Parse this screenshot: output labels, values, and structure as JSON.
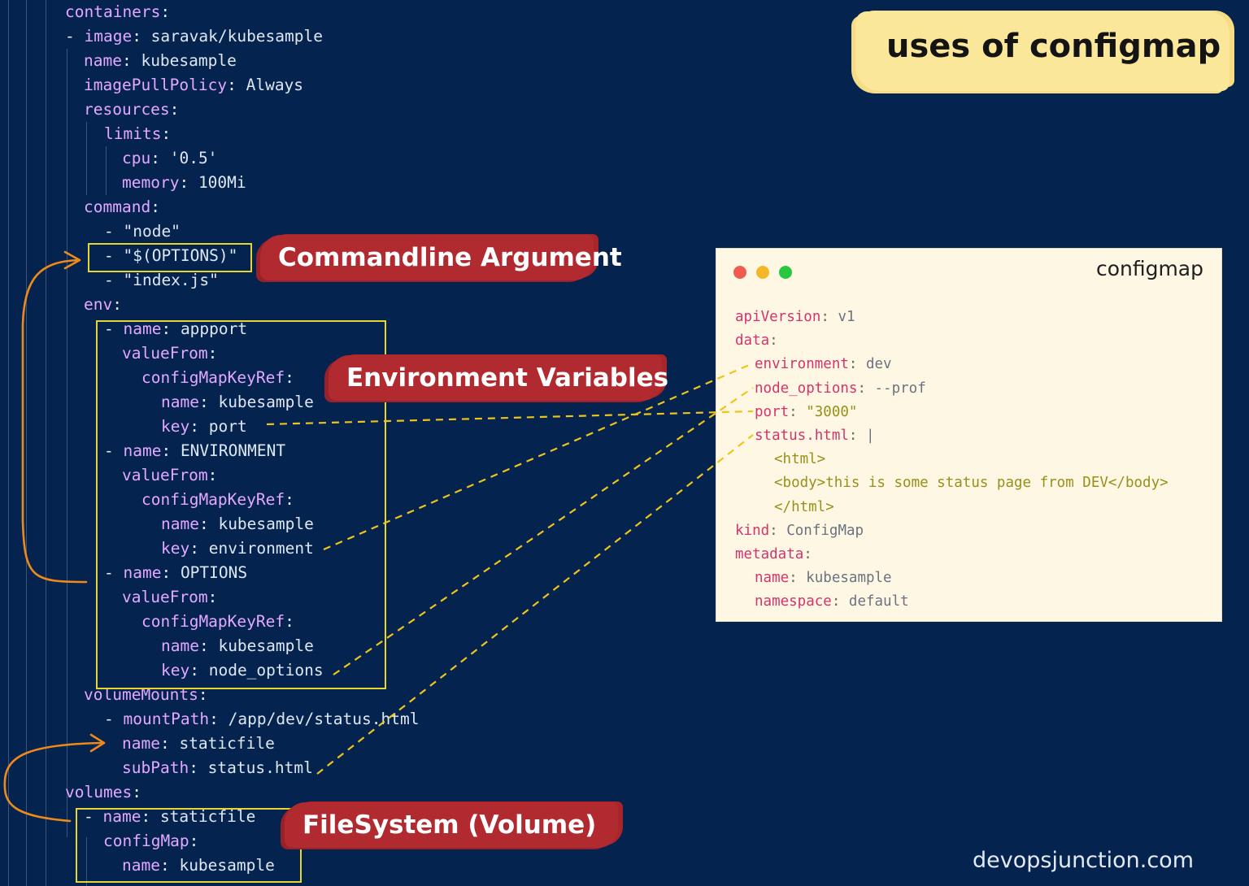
{
  "title_badge": "uses of configmap",
  "annotations": {
    "commandline": "Commandline Argument",
    "environment": "Environment Variables",
    "filesystem": "FileSystem (Volume)"
  },
  "yaml_lines": [
    {
      "key": "containers",
      "sep": ":",
      "value": ""
    },
    {
      "dash": "- ",
      "key": "image",
      "sep": ": ",
      "value": "saravak/kubesample"
    },
    {
      "key": "name",
      "sep": ": ",
      "value": "kubesample"
    },
    {
      "key": "imagePullPolicy",
      "sep": ": ",
      "value": "Always"
    },
    {
      "key": "resources",
      "sep": ":",
      "value": ""
    },
    {
      "key": "limits",
      "sep": ":",
      "value": ""
    },
    {
      "key": "cpu",
      "sep": ": ",
      "value": "'0.5'"
    },
    {
      "key": "memory",
      "sep": ": ",
      "value": "100Mi"
    },
    {
      "key": "command",
      "sep": ":",
      "value": ""
    },
    {
      "dash": "- ",
      "value": "\"node\""
    },
    {
      "dash": "- ",
      "value": "\"$(OPTIONS)\""
    },
    {
      "dash": "- ",
      "value": "\"index.js\""
    },
    {
      "key": "env",
      "sep": ":",
      "value": ""
    },
    {
      "dash": "- ",
      "key": "name",
      "sep": ": ",
      "value": "appport"
    },
    {
      "key": "valueFrom",
      "sep": ":",
      "value": ""
    },
    {
      "key": "configMapKeyRef",
      "sep": ":",
      "value": ""
    },
    {
      "key": "name",
      "sep": ": ",
      "value": "kubesample"
    },
    {
      "key": "key",
      "sep": ": ",
      "value": "port"
    },
    {
      "dash": "- ",
      "key": "name",
      "sep": ": ",
      "value": "ENVIRONMENT"
    },
    {
      "key": "valueFrom",
      "sep": ":",
      "value": ""
    },
    {
      "key": "configMapKeyRef",
      "sep": ":",
      "value": ""
    },
    {
      "key": "name",
      "sep": ": ",
      "value": "kubesample"
    },
    {
      "key": "key",
      "sep": ": ",
      "value": "environment"
    },
    {
      "dash": "- ",
      "key": "name",
      "sep": ": ",
      "value": "OPTIONS"
    },
    {
      "key": "valueFrom",
      "sep": ":",
      "value": ""
    },
    {
      "key": "configMapKeyRef",
      "sep": ":",
      "value": ""
    },
    {
      "key": "name",
      "sep": ": ",
      "value": "kubesample"
    },
    {
      "key": "key",
      "sep": ": ",
      "value": "node_options"
    },
    {
      "key": "volumeMounts",
      "sep": ":",
      "value": ""
    },
    {
      "dash": "- ",
      "key": "mountPath",
      "sep": ": ",
      "value": "/app/dev/status.html"
    },
    {
      "key": "name",
      "sep": ": ",
      "value": "staticfile"
    },
    {
      "key": "subPath",
      "sep": ": ",
      "value": "status.html"
    },
    {
      "key": "volumes",
      "sep": ":",
      "value": ""
    },
    {
      "dash": "- ",
      "key": "name",
      "sep": ": ",
      "value": "staticfile"
    },
    {
      "key": "configMap",
      "sep": ":",
      "value": ""
    },
    {
      "key": "name",
      "sep": ": ",
      "value": "kubesample"
    }
  ],
  "configmap_card": {
    "title": "configmap",
    "lines": [
      {
        "key": "apiVersion",
        "sep": ": ",
        "value": "v1"
      },
      {
        "key": "data",
        "sep": ":",
        "value": ""
      },
      {
        "key": "environment",
        "sep": ": ",
        "value": "dev"
      },
      {
        "key": "node_options",
        "sep": ": ",
        "value": "--prof"
      },
      {
        "key": "port",
        "sep": ": ",
        "value": "\"3000\""
      },
      {
        "key": "status.html",
        "sep": ": ",
        "value": "|"
      },
      {
        "key": "",
        "sep": "",
        "value": "<html>"
      },
      {
        "key": "",
        "sep": "",
        "value": "<body>this is some status page from DEV</body>"
      },
      {
        "key": "",
        "sep": "",
        "value": "</html>"
      },
      {
        "key": "kind",
        "sep": ": ",
        "value": "ConfigMap"
      },
      {
        "key": "metadata",
        "sep": ":",
        "value": ""
      },
      {
        "key": "name",
        "sep": ": ",
        "value": "kubesample"
      },
      {
        "key": "namespace",
        "sep": ": ",
        "value": "default"
      }
    ]
  },
  "footer": "devopsjunction.com",
  "colors": {
    "background": "#04234f",
    "yaml_key": "#e4a8ff",
    "highlight_box": "#e7d631",
    "connector": "#f0c419",
    "arrow": "#ef8a1a",
    "badge_red": "#b02a30",
    "title_yellow": "#fbe79a",
    "card_bg": "#fdf7e4",
    "dot_red": "#f05a4f",
    "dot_yellow": "#f4b729",
    "dot_green": "#26c840"
  }
}
